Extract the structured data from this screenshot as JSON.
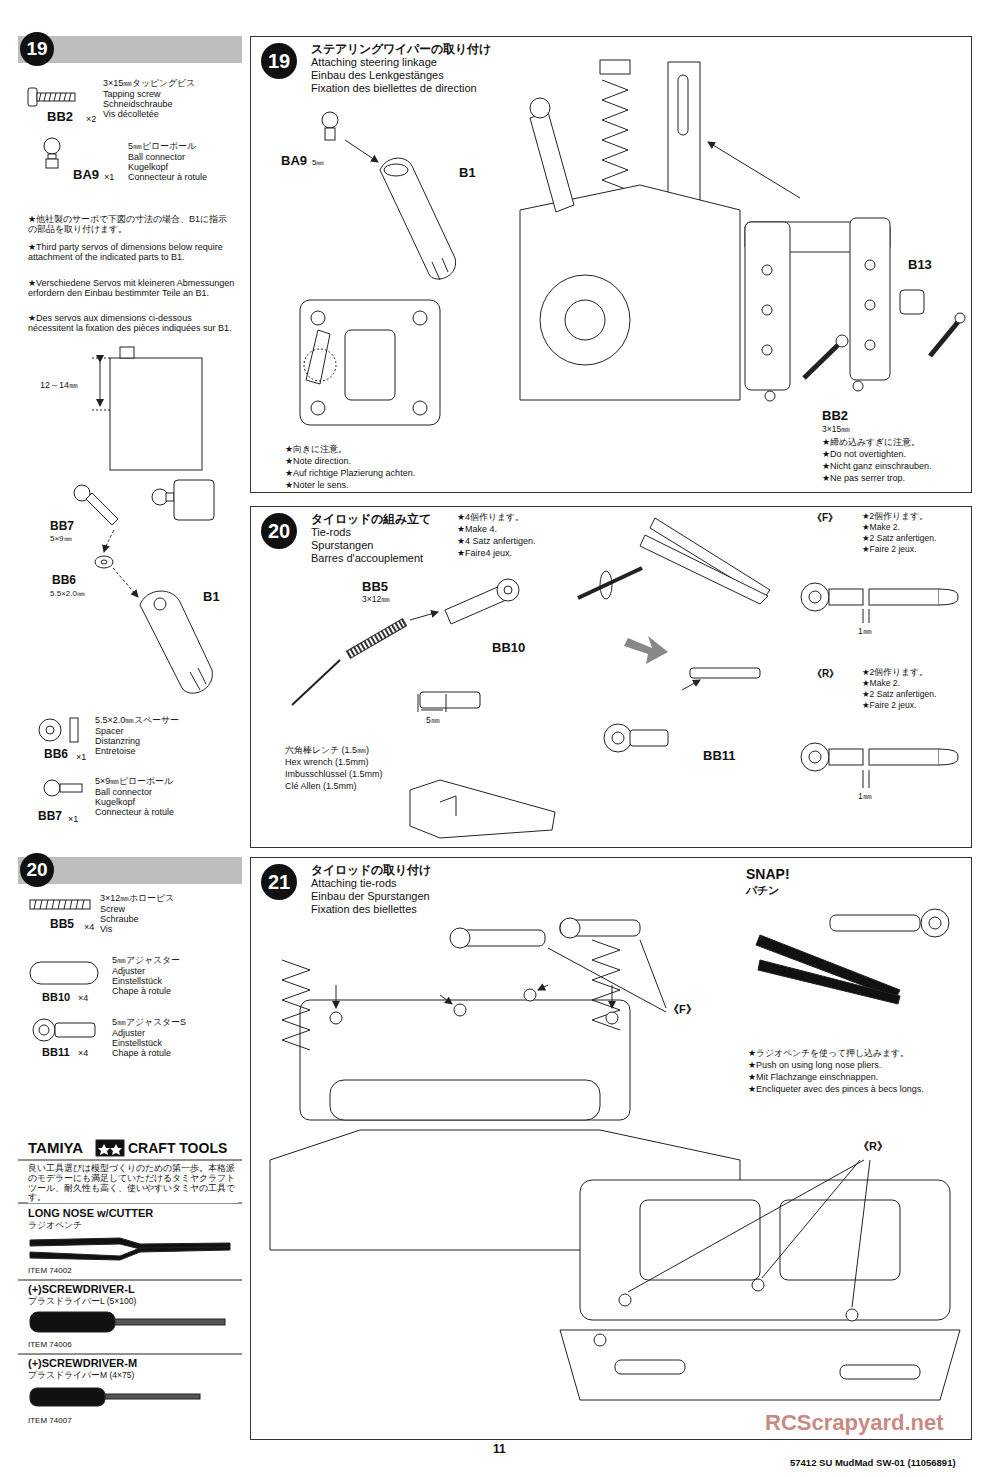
{
  "diagram": {
    "nodes": [
      {
        "text": [
          "19"
        ]
      },
      {
        "text": [
          "ステアリングワイパーの取り付け",
          "Attaching steering linkage",
          "Einbau des Lenkgestänges",
          "Fixation des biellettes de direction"
        ]
      },
      {
        "text": [
          "19"
        ],
        "in": 1
      },
      {
        "text": [
          "タイロッドの組み立て",
          "Tie-rods",
          "Spurstangen",
          "Barres d'accouplement"
        ]
      },
      {
        "text": [
          "20"
        ],
        "in": 3
      },
      {
        "text": [
          "20"
        ]
      },
      {
        "text": [
          "タイロッドの取り付け",
          "Attaching tie-rods",
          "Einbau der Spurstangen",
          "Fixation des biellettes"
        ]
      },
      {
        "text": [
          "21"
        ],
        "in": 6
      }
    ],
    "labels": [
      "3×15㎜タッピングビス",
      "Tapping screw",
      "Schneidschraube",
      "Vis décolletée",
      "BB2",
      "×2",
      "5㎜ピローボール",
      "Ball connector",
      "Kugelkopf",
      "Connecteur à rotule",
      "BA9",
      "×1",
      "★他社製のサーボで下図の寸法の場合、B1に指示の部品を取り付けます。",
      "★Third party servos of dimensions below require attachment of the indicated parts to B1.",
      "★Verschiedene Servos mit kleineren Abmessungen erfordern den Einbau bestimmter Teile an B1.",
      "★Des servos aux dimensions ci-dessous nécessitent la fixation des pièces indiquées sur B1.",
      "12～14㎜",
      "BB7",
      "5×9㎜",
      "BB6",
      "5.5×2.0㎜",
      "B1",
      "5.5×2.0㎜スペーサー",
      "Spacer",
      "Distanzring",
      "Entretoise",
      "BB6",
      "×1",
      "5×9㎜ピローボール",
      "Ball connector",
      "Kugelkopf",
      "Connecteur à rotule",
      "BB7",
      "×1",
      "3×12㎜ホローピス",
      "Screw",
      "Schraube",
      "Vis",
      "BB5",
      "×4",
      "5㎜アジャスター",
      "Adjuster",
      "Einstellstück",
      "Chape à rotule",
      "BB10",
      "×4",
      "5㎜アジャスターS",
      "Adjuster",
      "Einstellstück",
      "Chape à rotule",
      "BB11",
      "×4",
      "TAMIYA",
      "CRAFT TOOLS",
      "良い工具選びは模型づくりのための第一歩。本格派のモデラーにも満足していただけるタミヤクラフトツール、耐久性も高く、使いやすいタミヤの工具です。",
      "LONG NOSE w/CUTTER",
      "ラジオペンチ",
      "ITEM 74002",
      "(+)SCREWDRIVER-L",
      "プラスドライバーL (5×100)",
      "ITEM 74006",
      "(+)SCREWDRIVER-M",
      "プラスドライバーM (4×75)",
      "ITEM 74007",
      "BA9",
      "5㎜",
      "B1",
      "B13",
      "BB2",
      "3×15㎜",
      "★締め込みすぎに注意。",
      "★Do not overtighten.",
      "★Nicht ganz einschrauben.",
      "★Ne pas serrer trop.",
      "★向きに注意。",
      "★Note direction.",
      "★Auf richtige Plazierung achten.",
      "★Noter le sens.",
      "★4個作ります。",
      "★Make 4.",
      "★4 Satz anfertigen.",
      "★Faire4 jeux.",
      "BB5",
      "3×12㎜",
      "BB10",
      "5㎜",
      "六角棒レンチ (1.5㎜)",
      "Hex wrench (1.5mm)",
      "Imbusschlüssel (1.5mm)",
      "Clé Allen (1.5mm)",
      "BB11",
      "《F》",
      "★2個作ります。",
      "★Make 2.",
      "★2 Satz anfertigen.",
      "★Faire 2 jeux.",
      "1㎜",
      "《R》",
      "★2個作ります。",
      "★Make 2.",
      "★2 Satz anfertigen.",
      "★Faire 2 jeux.",
      "1㎜",
      "SNAP!",
      "パチン",
      "★ラジオペンチを使って押し込みます。",
      "★Push on using long nose pliers.",
      "★Mit Flachzange einschnappen.",
      "★Encliqueter avec des pinces à becs longs.",
      "《F》",
      "《R》",
      "11",
      "57412 SU MudMad SW-01 (11056891)",
      "RCScrapyard.net"
    ]
  }
}
